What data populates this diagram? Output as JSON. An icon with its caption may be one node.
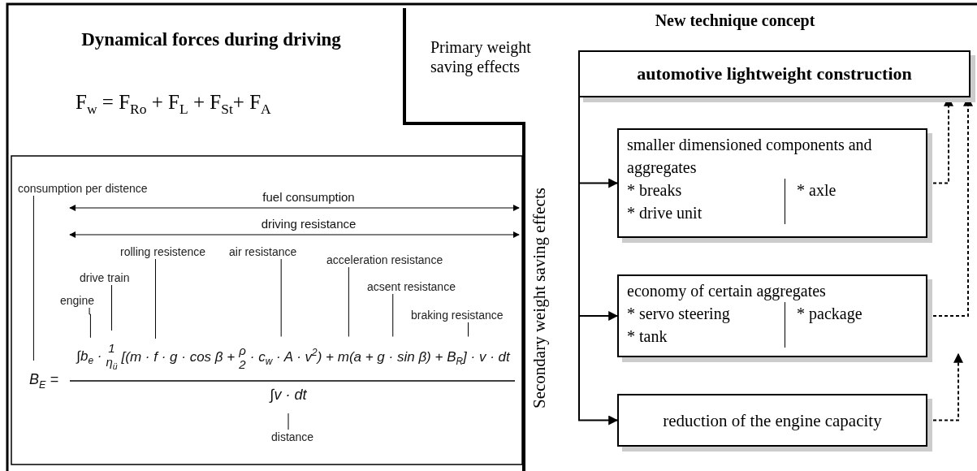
{
  "diagram": {
    "nodes": [
      {
        "text": [
          "consumption per distence"
        ]
      },
      {
        "text": [
          "rolling resistence"
        ]
      },
      {
        "text": [
          "air resistance"
        ]
      },
      {
        "text": [
          "acceleration resistance"
        ]
      },
      {
        "text": [
          "drive train"
        ]
      },
      {
        "text": [
          "acsent resistance"
        ]
      },
      {
        "text": [
          "engine"
        ]
      },
      {
        "text": [
          "braking resistance"
        ]
      },
      {
        "text": [
          "distance"
        ]
      },
      {
        "text": [
          "automotive lightweight construction"
        ]
      },
      {
        "text": [
          "smaller dimensioned components and aggregates",
          "* breaks",
          "* drive unit",
          "* axle"
        ]
      },
      {
        "text": [
          "economy of certain aggregates",
          "* servo steering",
          "* tank",
          "* package"
        ]
      },
      {
        "text": [
          "reduction of the engine capacity"
        ]
      }
    ],
    "edges": [
      {
        "from": 0,
        "to": null,
        "arrow": "none"
      },
      {
        "from": 1,
        "to": null,
        "arrow": "none"
      },
      {
        "from": 2,
        "to": null,
        "arrow": "none"
      },
      {
        "from": 3,
        "to": null,
        "arrow": "none"
      },
      {
        "from": 4,
        "to": null,
        "arrow": "none"
      },
      {
        "from": 5,
        "to": null,
        "arrow": "none"
      },
      {
        "from": 6,
        "to": null,
        "arrow": "none"
      },
      {
        "from": 7,
        "to": null,
        "arrow": "none"
      },
      {
        "from": 8,
        "to": null,
        "arrow": "none"
      },
      {
        "from": 9,
        "to": 10,
        "arrow": "to"
      },
      {
        "from": 9,
        "to": 11,
        "arrow": "to"
      },
      {
        "from": 9,
        "to": 12,
        "arrow": "to"
      },
      {
        "from": 10,
        "to": 9,
        "arrow": "to",
        "style": "dashed"
      },
      {
        "from": 11,
        "to": 9,
        "arrow": "to",
        "style": "dashed"
      },
      {
        "from": 12,
        "to": null,
        "arrow": "to",
        "style": "dashed"
      }
    ],
    "labels": [
      "Dynamical forces during driving",
      "New technique concept",
      "Primary weight saving effects",
      "F$_{w}$ = F$_{Ro}$ + F$_{L}$ + F$_{St}$+ F$_{A}$",
      "fuel consumption",
      "driving resistance",
      "B$_{E}$ =",
      "∫b$_{e}$ ·",
      "1",
      "η$_{ü}$",
      "[(m · f · g · cos β +",
      "ρ",
      "2",
      "· c$_{w}$ · A · v$^{2}$) + m(a + g · sin β) + B$_{R}$] · v · dt",
      "∫v · dt",
      "Secondary weight saving effects"
    ]
  }
}
